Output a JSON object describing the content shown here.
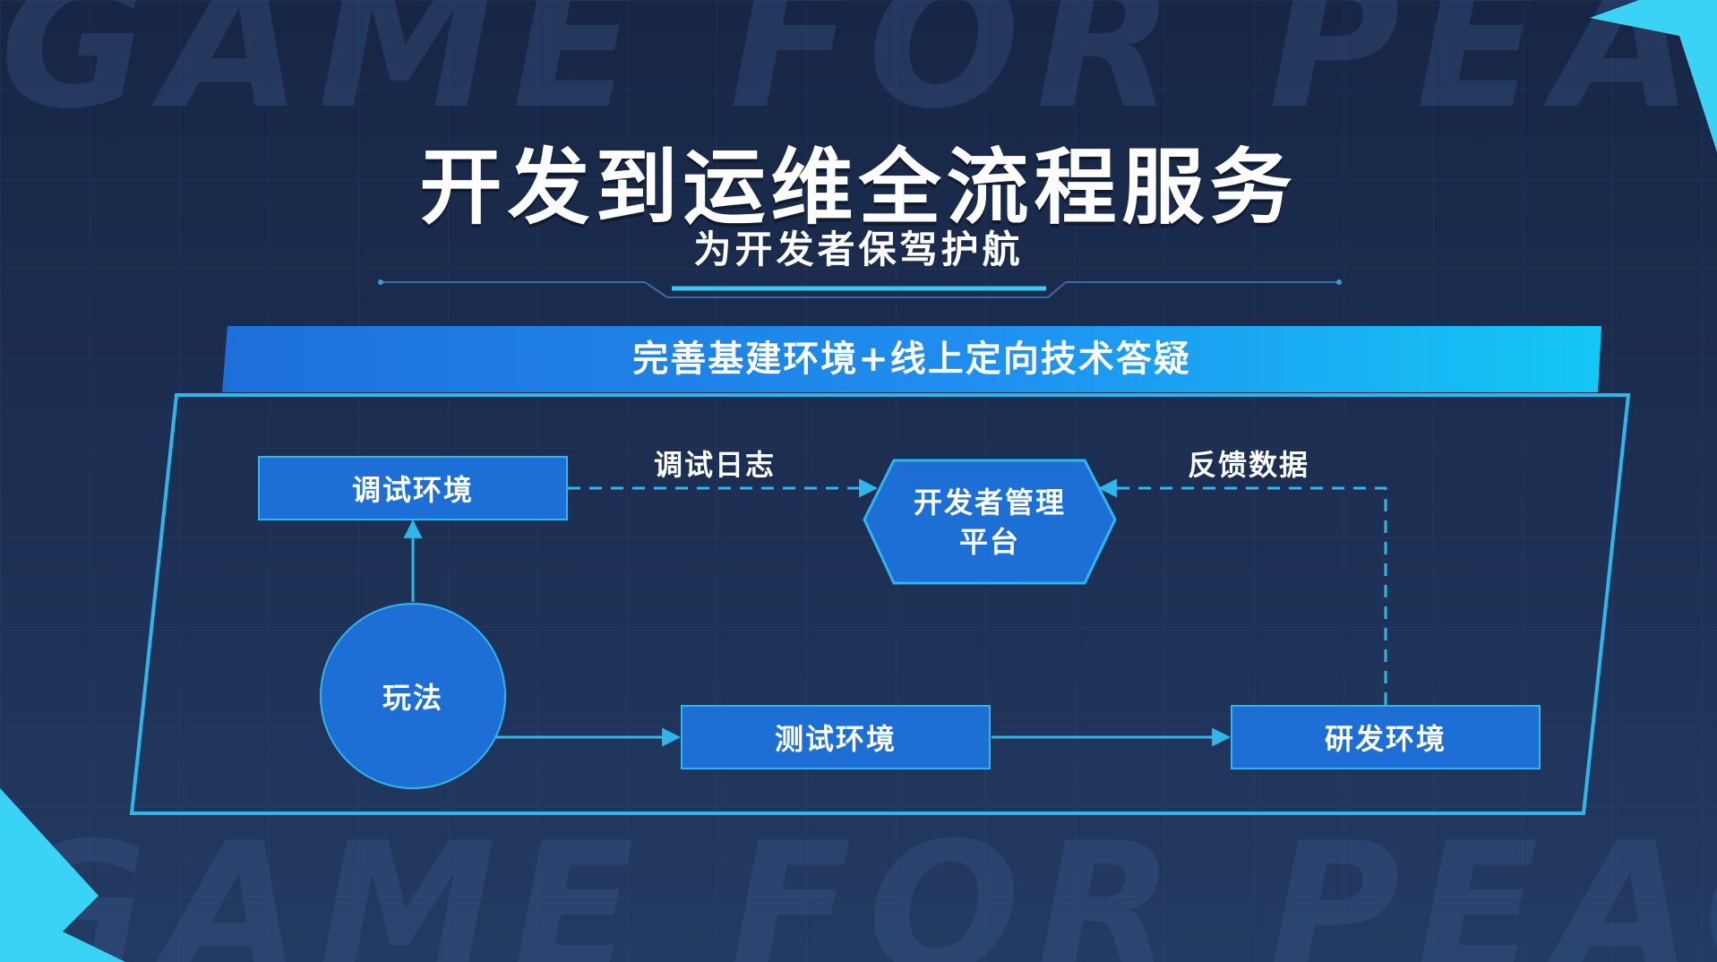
{
  "background": {
    "watermark_top": "GAME FOR PEACE",
    "watermark_bottom": "GAME FOR PEACE"
  },
  "header": {
    "title": "开发到运维全流程服务",
    "subtitle": "为开发者保驾护航"
  },
  "banner": {
    "text": "完善基建环境+线上定向技术答疑"
  },
  "nodes": {
    "debug_env": "调试环境",
    "gameplay": "玩法",
    "test_env": "测试环境",
    "dev_env": "研发环境",
    "platform_line1": "开发者管理",
    "platform_line2": "平台"
  },
  "edges": {
    "debug_log": "调试日志",
    "feedback_data": "反馈数据"
  },
  "colors": {
    "background": "#1b2a4a",
    "node_fill": "#1d6fd6",
    "accent": "#2fb6ea",
    "corner": "#3ad2f5"
  }
}
